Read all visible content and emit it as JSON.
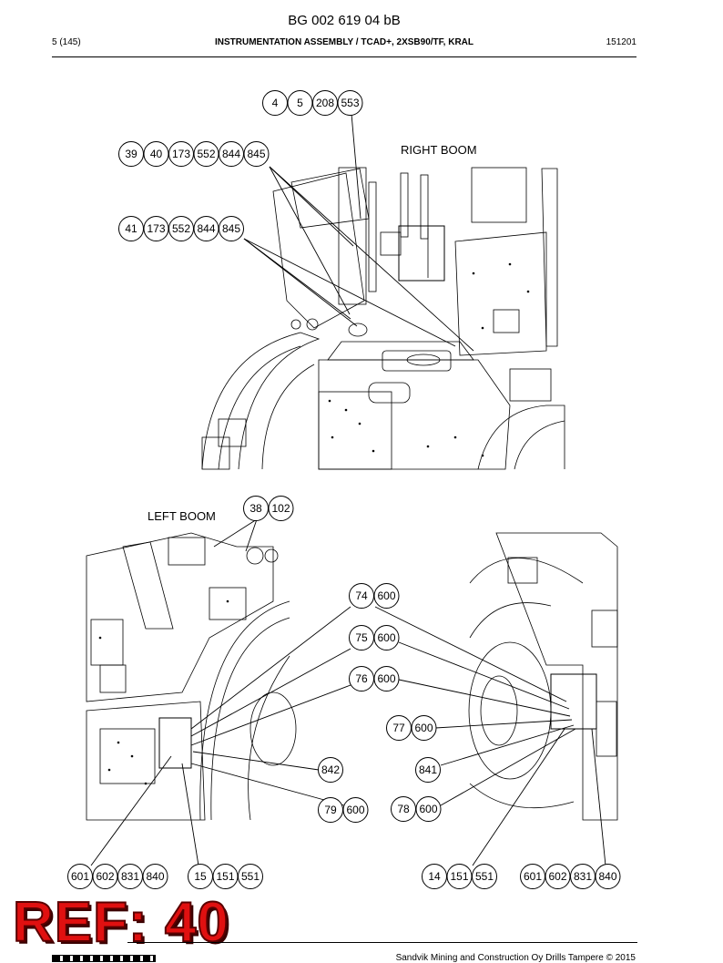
{
  "header": {
    "doc_number": "BG 002 619 04 bB",
    "page_count": "5 (145)",
    "title": "INSTRUMENTATION ASSEMBLY / TCAD+, 2XSB90/TF, KRAL",
    "date": "151201"
  },
  "views": {
    "right_boom": "RIGHT BOOM",
    "left_boom": "LEFT BOOM"
  },
  "callouts": {
    "c1": [
      "4",
      "5",
      "208",
      "553"
    ],
    "c2": [
      "39",
      "40",
      "173",
      "552",
      "844",
      "845"
    ],
    "c3": [
      "41",
      "173",
      "552",
      "844",
      "845"
    ],
    "c4": [
      "38",
      "102"
    ],
    "c5": [
      "74",
      "600"
    ],
    "c6": [
      "75",
      "600"
    ],
    "c7": [
      "76",
      "600"
    ],
    "c8": [
      "77",
      "600"
    ],
    "c9": [
      "842"
    ],
    "c10": [
      "841"
    ],
    "c11": [
      "79",
      "600"
    ],
    "c12": [
      "78",
      "600"
    ],
    "c13": [
      "601",
      "602",
      "831",
      "840"
    ],
    "c14": [
      "15",
      "151",
      "551"
    ],
    "c15": [
      "14",
      "151",
      "551"
    ],
    "c16": [
      "601",
      "602",
      "831",
      "840"
    ]
  },
  "footer": {
    "ref_stamp": "REF: 40",
    "copyright": "Sandvik Mining and Construction Oy Drills Tampere © 2015"
  }
}
